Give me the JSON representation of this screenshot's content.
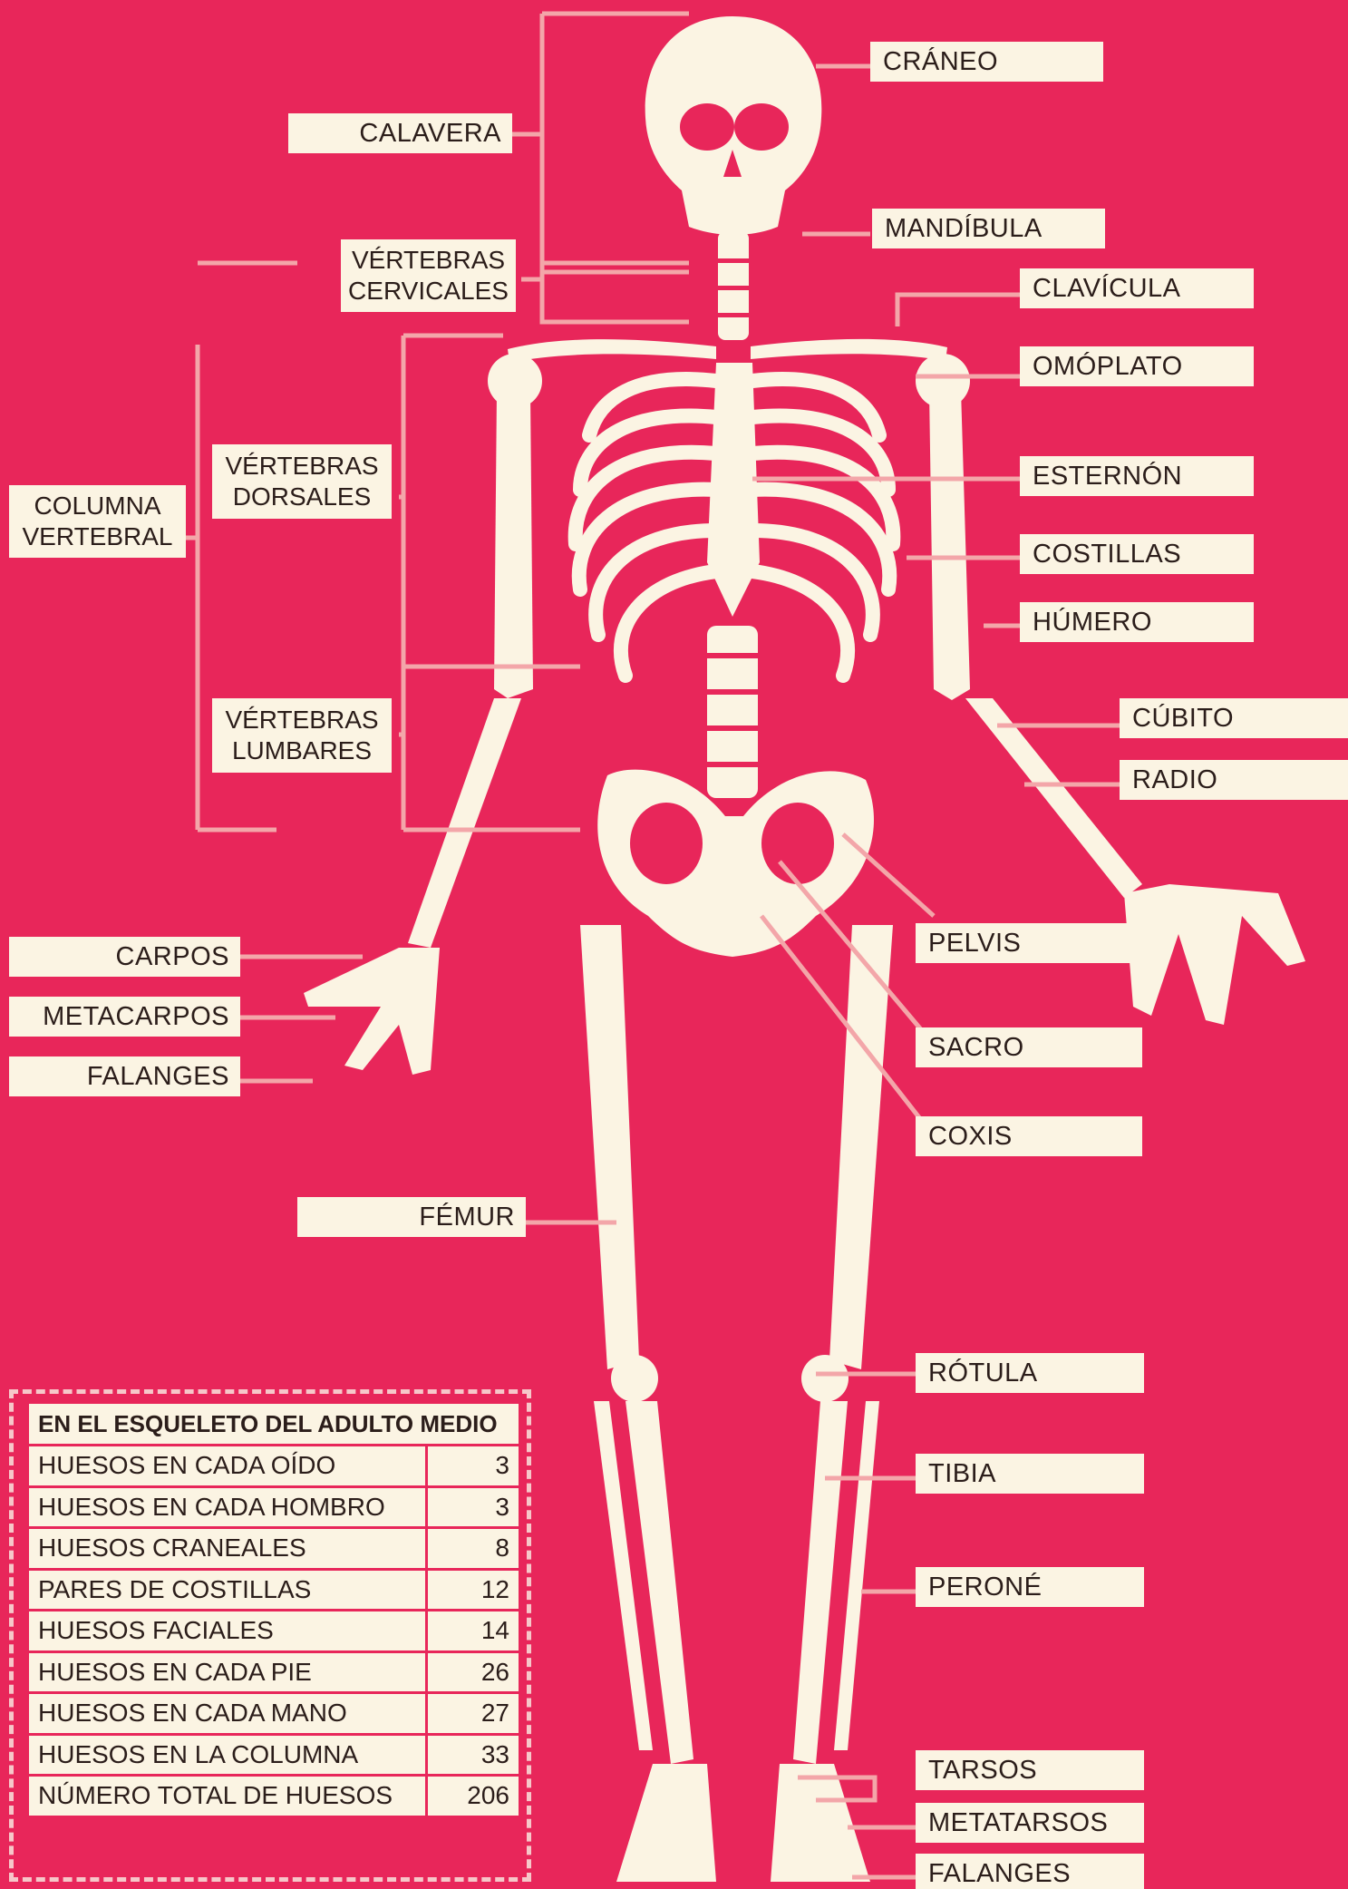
{
  "labels": {
    "craneo": "CRÁNEO",
    "calavera": "CALAVERA",
    "mandibula": "MANDÍBULA",
    "vertebras_cervicales": [
      "VÉRTEBRAS",
      "CERVICALES"
    ],
    "clavicula": "CLAVÍCULA",
    "omoplato": "OMÓPLATO",
    "vertebras_dorsales": [
      "VÉRTEBRAS",
      "DORSALES"
    ],
    "columna_vertebral": [
      "COLUMNA",
      "VERTEBRAL"
    ],
    "esternon": "ESTERNÓN",
    "costillas": "COSTILLAS",
    "humero": "HÚMERO",
    "vertebras_lumbares": [
      "VÉRTEBRAS",
      "LUMBARES"
    ],
    "cubito": "CÚBITO",
    "radio": "RADIO",
    "carpos": "CARPOS",
    "metacarpos": "METACARPOS",
    "falanges_mano": "FALANGES",
    "pelvis": "PELVIS",
    "sacro": "SACRO",
    "coxis": "COXIS",
    "femur": "FÉMUR",
    "rotula": "RÓTULA",
    "tibia": "TIBIA",
    "perone": "PERONÉ",
    "tarsos": "TARSOS",
    "metatarsos": "METATARSOS",
    "falanges_pie": "FALANGES"
  },
  "table": {
    "title": "EN EL ESQUELETO DEL ADULTO MEDIO",
    "rows": [
      {
        "label": "HUESOS EN CADA OÍDO",
        "value": "3"
      },
      {
        "label": "HUESOS EN CADA HOMBRO",
        "value": "3"
      },
      {
        "label": "HUESOS CRANEALES",
        "value": "8"
      },
      {
        "label": "PARES DE COSTILLAS",
        "value": "12"
      },
      {
        "label": "HUESOS FACIALES",
        "value": "14"
      },
      {
        "label": "HUESOS EN CADA PIE",
        "value": "26"
      },
      {
        "label": "HUESOS EN CADA MANO",
        "value": "27"
      },
      {
        "label": "HUESOS EN LA COLUMNA",
        "value": "33"
      },
      {
        "label": "NÚMERO TOTAL DE HUESOS",
        "value": "206"
      }
    ]
  },
  "colors": {
    "background": "#e8265a",
    "bone": "#fbf4e3",
    "leader": "#f3a6a9"
  }
}
